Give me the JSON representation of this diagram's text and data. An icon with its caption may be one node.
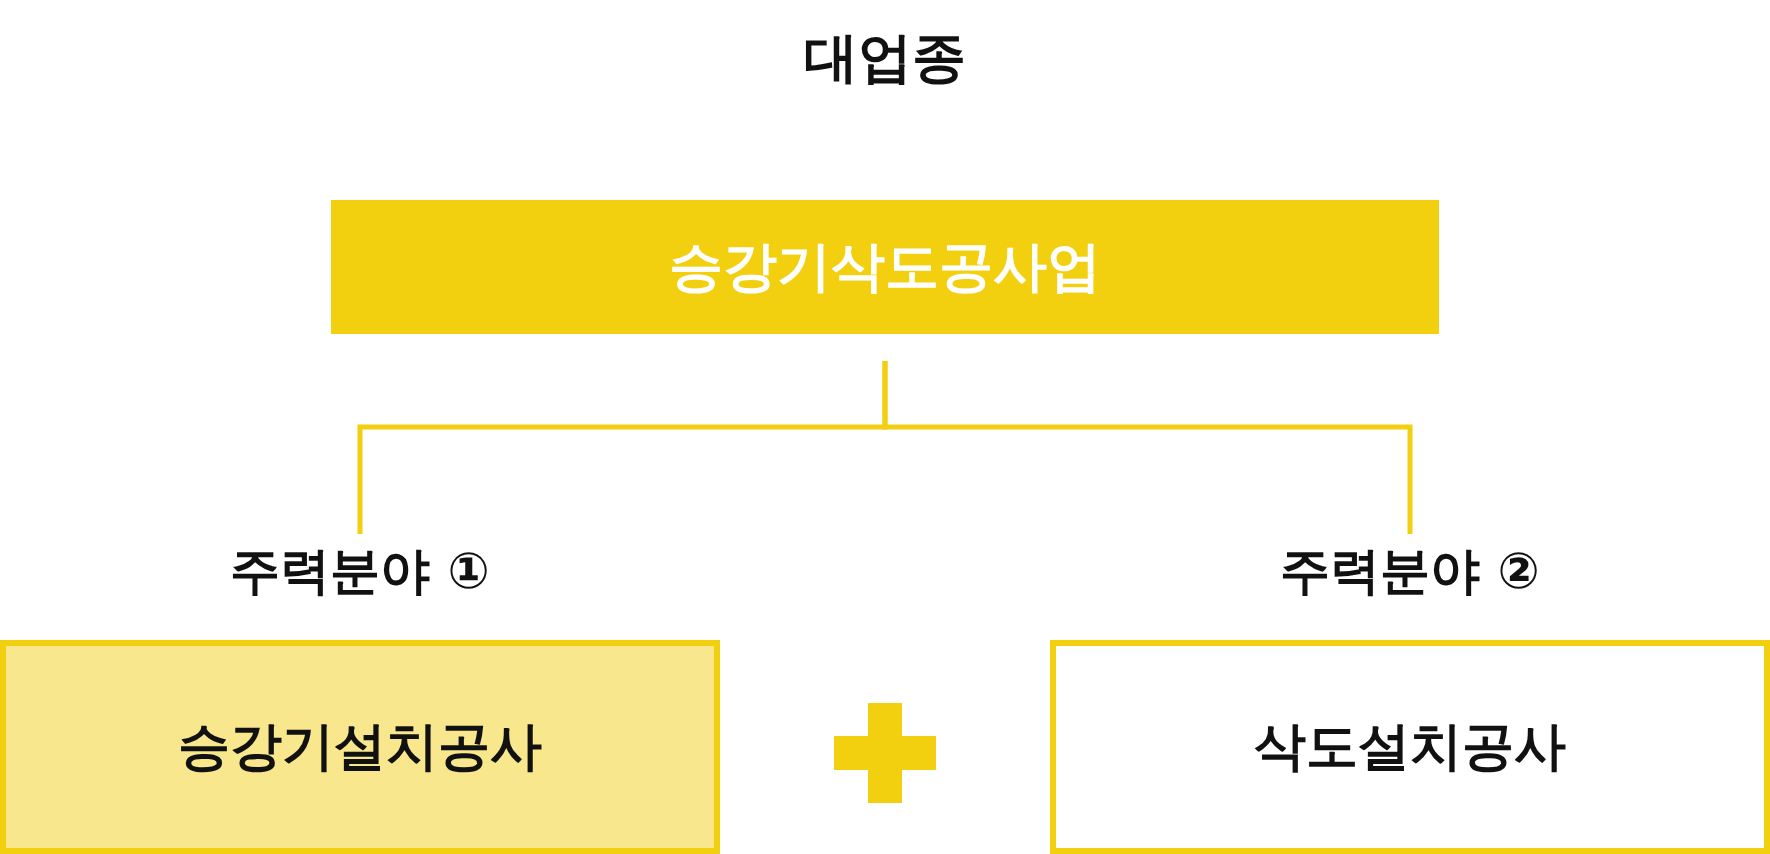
{
  "diagram": {
    "title": "대업종",
    "nodes": [
      {
        "text": [
          "승강기삭도공사업"
        ]
      },
      {
        "text": [
          "주력분야 ①",
          "승강기설치공사"
        ]
      },
      {
        "text": [
          "주력분야 ②",
          "삭도설치공사"
        ]
      }
    ],
    "edges": [
      {
        "from": 0,
        "to": 1,
        "arrow": "none"
      },
      {
        "from": 0,
        "to": 2,
        "arrow": "none"
      }
    ]
  }
}
